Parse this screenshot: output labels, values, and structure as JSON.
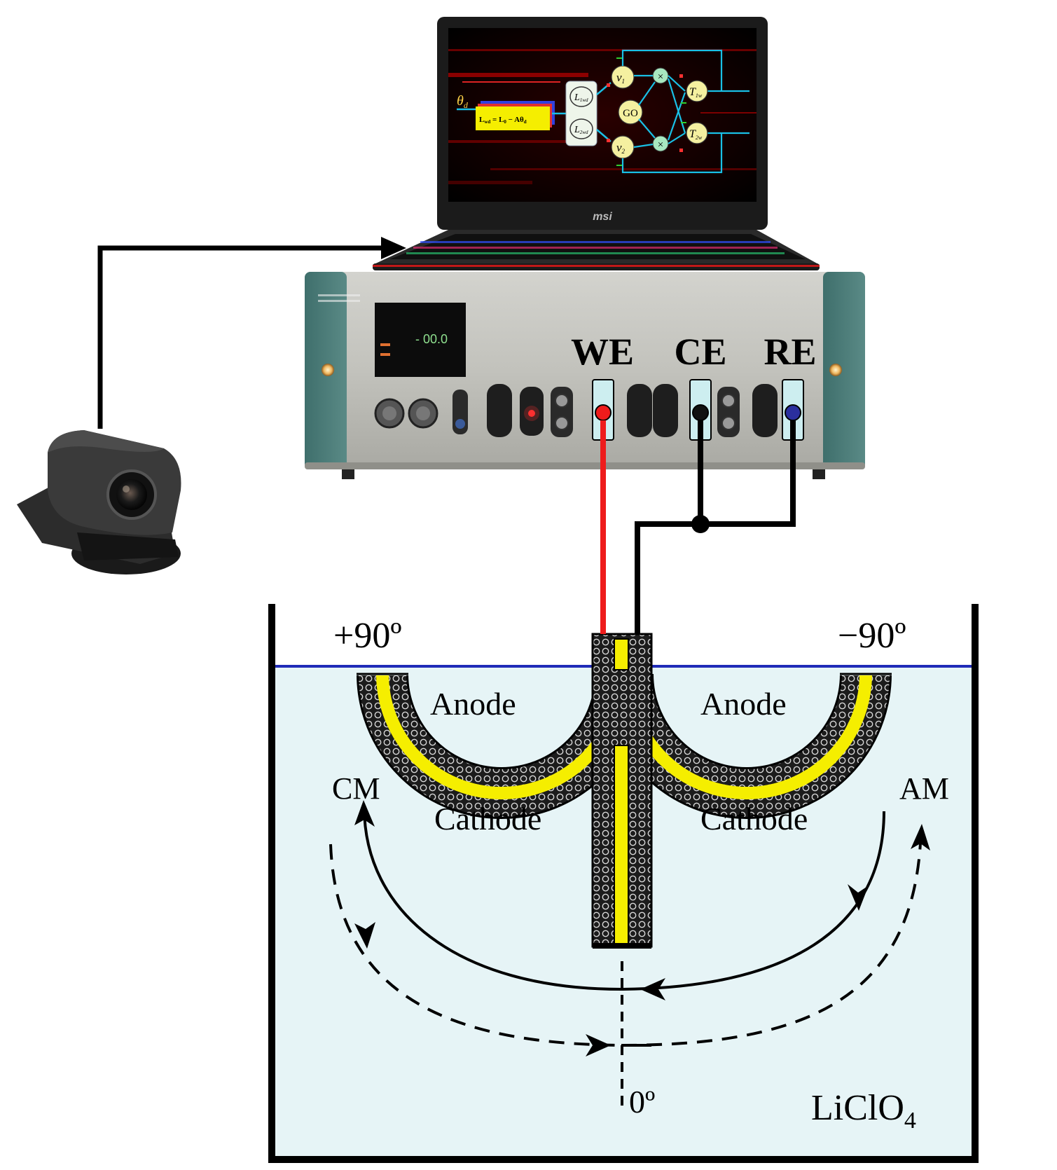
{
  "potentiostat": {
    "terminals": [
      {
        "label": "WE",
        "lead_color": "#ee1c1c"
      },
      {
        "label": "CE",
        "lead_color": "#111111"
      },
      {
        "label": "RE",
        "lead_color": "#2b2f9e"
      }
    ],
    "display_value": "- 00.0"
  },
  "laptop": {
    "brand": "msi",
    "screen_diagram": {
      "input_symbol": "θ",
      "input_subscript": "d",
      "equation_lhs": "L",
      "equation_lhs_sub": "wd",
      "equation_rhs": " = L",
      "equation_rhs_sub": "0",
      "equation_tail": " − Aθ",
      "equation_tail_sub": "d",
      "block_top": "L",
      "block_top_sub": "1wd",
      "block_bottom": "L",
      "block_bottom_sub": "2wd",
      "node_v1": "v",
      "node_v1_sub": "1",
      "node_v2": "v",
      "node_v2_sub": "2",
      "node_go": "GO",
      "multiply_symbol": "×",
      "out_top": "T",
      "out_top_sub": "1w",
      "out_bottom": "T",
      "out_bottom_sub": "2w"
    }
  },
  "cell": {
    "angle_left": "+90º",
    "angle_right": "−90º",
    "angle_bottom": "0º",
    "anode_left": "Anode",
    "anode_right": "Anode",
    "cathode_left": "Cathode",
    "cathode_right": "Cathode",
    "motion_left": "CM",
    "motion_right": "AM",
    "electrolyte": "LiClO",
    "electrolyte_sub": "4",
    "solution_color": "#e6f4f6",
    "surface_color": "#1f2bb8",
    "layer_color": "#f5ee00"
  }
}
